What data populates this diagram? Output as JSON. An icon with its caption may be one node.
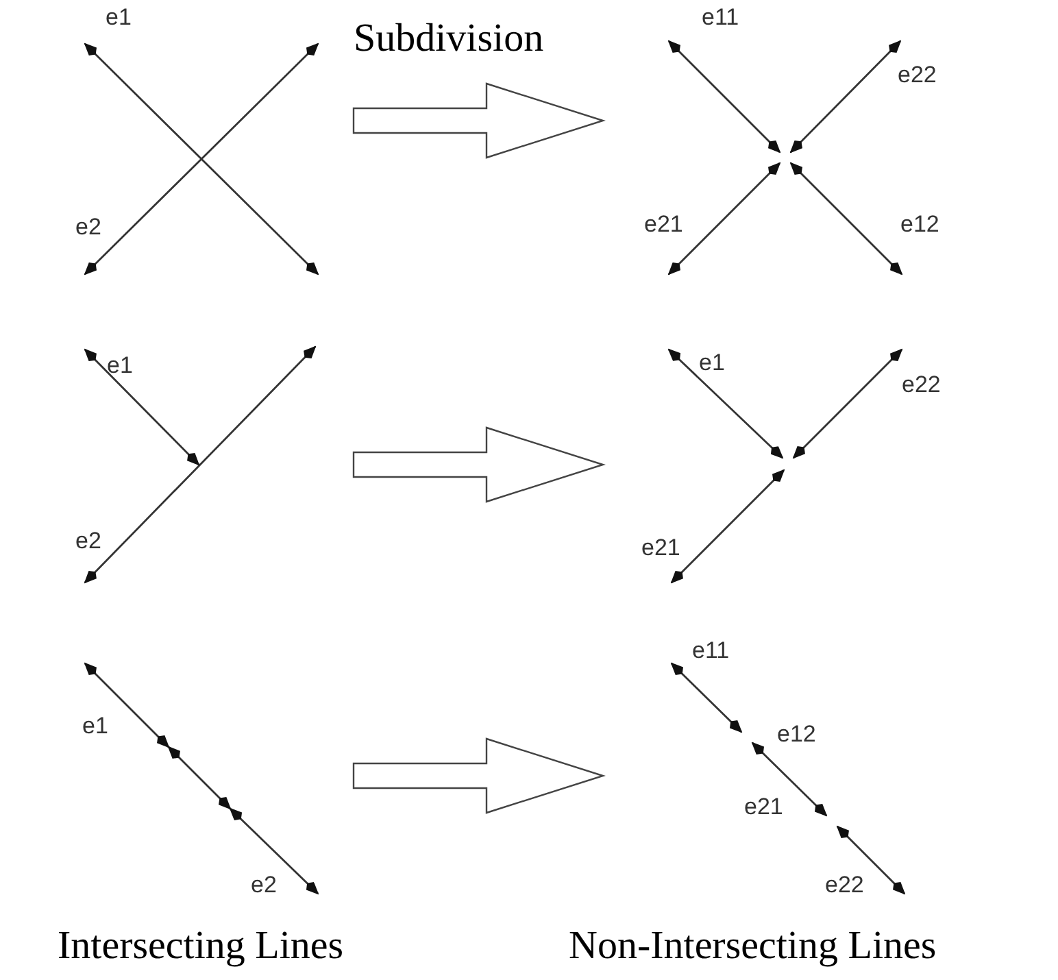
{
  "diagram": {
    "labels": [
      "e1",
      "e11",
      "Subdivision",
      "e22",
      "e2",
      "e21",
      "e12",
      "e1",
      "e1",
      "e22",
      "e2",
      "e21",
      "e11",
      "e1",
      "e12",
      "e21",
      "e2",
      "e22",
      "Intersecting Lines",
      "Non-Intersecting Lines"
    ]
  }
}
